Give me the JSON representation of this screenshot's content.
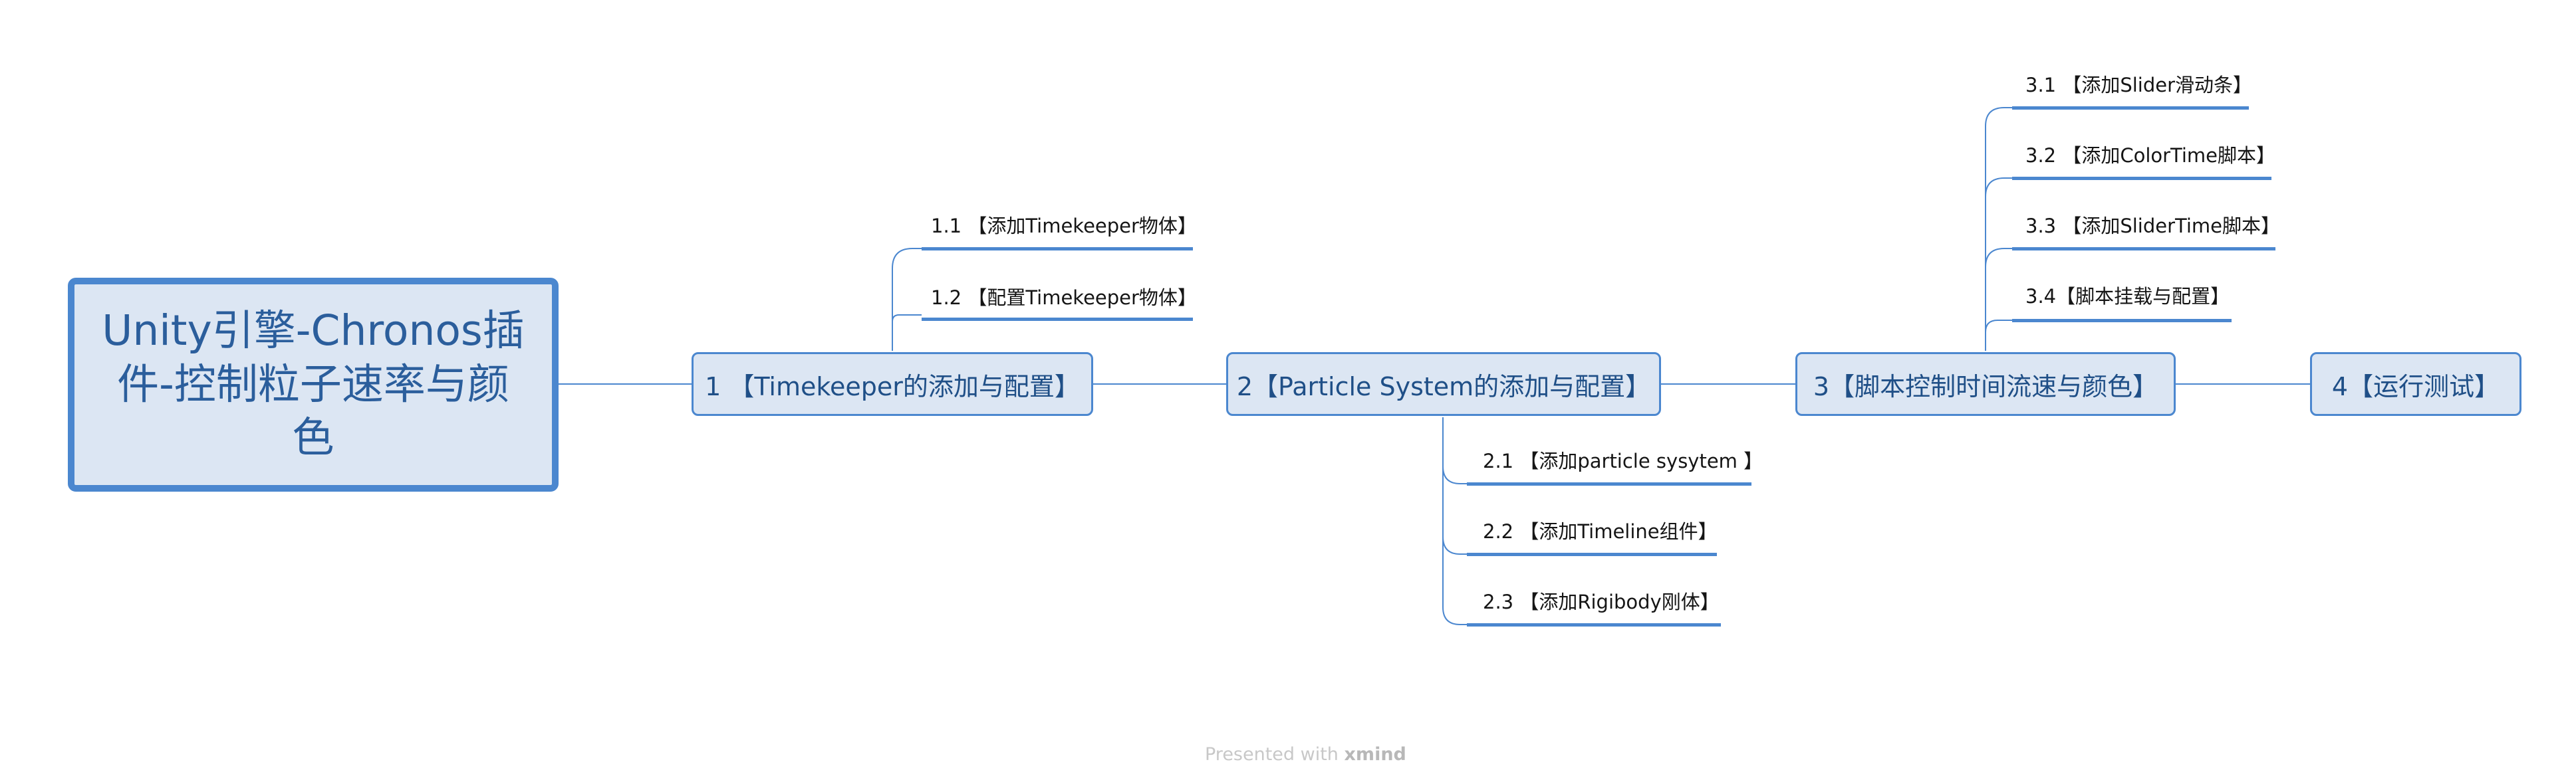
{
  "central_topic": {
    "label": "Unity引擎-Chronos插件-控制粒子速率与颜色"
  },
  "main_topics": [
    {
      "label": "1 【Timekeeper的添加与配置】"
    },
    {
      "label": "2【Particle System的添加与配置】"
    },
    {
      "label": "3【脚本控制时间流速与颜色】"
    },
    {
      "label": "4【运行测试】"
    }
  ],
  "subtopics": {
    "topic_1": [
      {
        "label": "1.1 【添加Timekeeper物体】"
      },
      {
        "label": "1.2 【配置Timekeeper物体】"
      }
    ],
    "topic_2": [
      {
        "label": "2.1 【添加particle sysytem 】"
      },
      {
        "label": "2.2 【添加Timeline组件】"
      },
      {
        "label": "2.3 【添加Rigibody刚体】"
      }
    ],
    "topic_3": [
      {
        "label": "3.1 【添加Slider滑动条】"
      },
      {
        "label": "3.2 【添加ColorTime脚本】"
      },
      {
        "label": "3.3 【添加SliderTime脚本】"
      },
      {
        "label": "3.4【脚本挂载与配置】"
      }
    ]
  },
  "footer": {
    "prefix": "Presented with ",
    "brand": "xmind"
  },
  "colors": {
    "node_fill": "#dce6f3",
    "node_border": "#4b87cf",
    "node_text": "#1f4f87",
    "connector": "#4b87cf",
    "subtopic_text": "#151515",
    "footer_text": "#c8c8c8"
  }
}
